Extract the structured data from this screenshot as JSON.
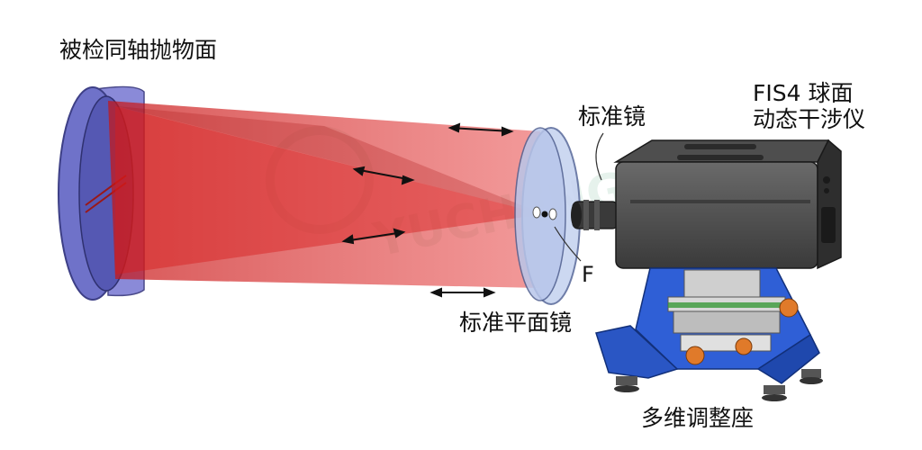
{
  "labels": {
    "paraboloid": "被检同轴抛物面",
    "standard_lens": "标准镜",
    "interferometer_line1": "FIS4 球面",
    "interferometer_line2": "动态干涉仪",
    "focus": "F",
    "flat_mirror": "标准平面镜",
    "mount": "多维调整座"
  },
  "watermark": "YUCHENG",
  "colors": {
    "beam": "#e02020",
    "mirror_blue": "#6f72c9",
    "flat_mirror": "#b8c6ea",
    "interferometer_body": "#4a4a4a",
    "mount_blue": "#2f5fd6",
    "arrow": "#111111"
  }
}
